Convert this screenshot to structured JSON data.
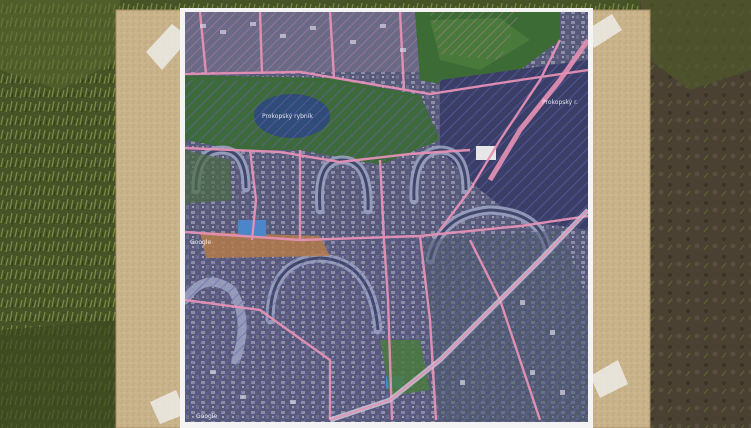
{
  "scene": {
    "description_free": true,
    "colors": {
      "grass_dark": "#3f4a22",
      "grass_light": "#6a7a3a",
      "mud": "#4a4032",
      "board": "#cbb58c",
      "board_dark": "#b79f77",
      "paper_border": "#f2f2f2",
      "map_dark": "#2c3556",
      "map_green": "#3f6a3e",
      "road_pink": "#e58bb0",
      "water": "#35507a",
      "tape": "#e6e3dc"
    },
    "map_labels": {
      "park_lake": "Prokopský rybník",
      "street_right": "Prokopský r.",
      "google_left": "Google",
      "google_bottom": "Google"
    }
  }
}
